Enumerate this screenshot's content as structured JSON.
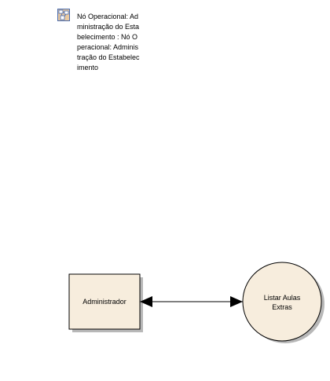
{
  "node": {
    "icon": "operational-node-icon",
    "label": "Nó Operacional: Administração do Estabelecimento : Nó Operacional: Administração do Estabelecimento"
  },
  "actor": {
    "label": "Administrador"
  },
  "use_case": {
    "label_line1": "Listar Aulas",
    "label_line2": "Extras"
  },
  "colors": {
    "shape_fill": "#f7eddd",
    "shape_stroke": "#000000",
    "shadow": "#b8b8b8",
    "icon_border": "#4a6cae",
    "icon_fill": "#e9c9a0"
  }
}
